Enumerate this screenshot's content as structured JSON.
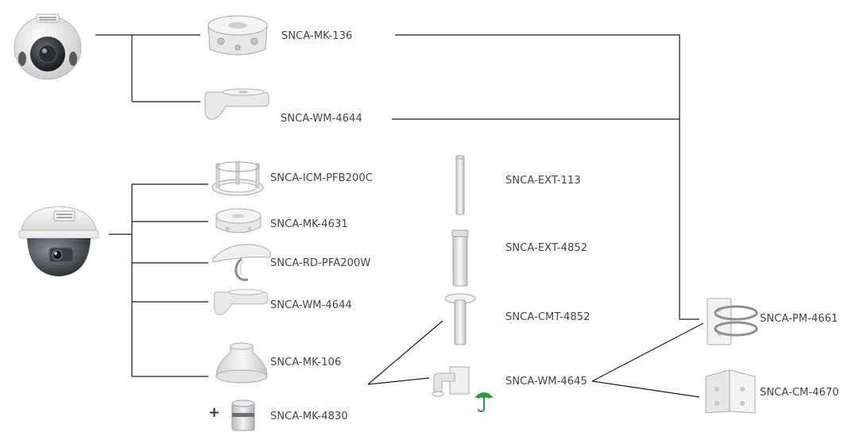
{
  "labels": {
    "mk136": "SNCA-MK-136",
    "wm4644_top": "SNCA-WM-4644",
    "icm_pfb200c": "SNCA-ICM-PFB200C",
    "mk4631": "SNCA-MK-4631",
    "rd_pfa200w": "SNCA-RD-PFA200W",
    "wm4644_mid": "SNCA-WM-4644",
    "mk106": "SNCA-MK-106",
    "mk4830": "SNCA-MK-4830",
    "ext113": "SNCA-EXT-113",
    "ext4852": "SNCA-EXT-4852",
    "cmt4852": "SNCA-CMT-4852",
    "wm4645": "SNCA-WM-4645",
    "pm4661": "SNCA-PM-4661",
    "cm4670": "SNCA-CM-4670"
  },
  "plus_sign": "+",
  "icons": {
    "camera_top": "mini-dome-camera-icon",
    "camera_mid": "ptz-dome-camera-icon",
    "weather": "umbrella-icon"
  },
  "colors": {
    "line": "#1a1a1a",
    "product": "#e9e9e9",
    "umbrella": "#2e9a3c"
  }
}
